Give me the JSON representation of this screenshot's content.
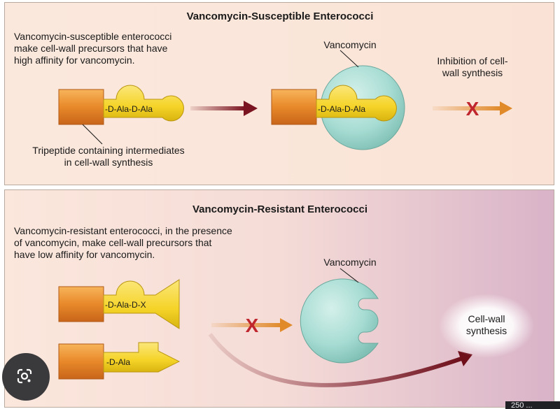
{
  "top_panel": {
    "title": "Vancomycin-Susceptible Enterococci",
    "description_lines": [
      "Vancomycin-susceptible enterococci",
      "make cell-wall precursors that have",
      "high affinity for vancomycin."
    ],
    "precursor_label": "-D-Ala-D-Ala",
    "bound_label": "-D-Ala-D-Ala",
    "vancomycin_label": "Vancomycin",
    "result_lines": [
      "Inhibition of cell-",
      "wall synthesis"
    ],
    "intermediate_lines": [
      "Tripeptide containing intermediates",
      "in cell-wall synthesis"
    ],
    "blocked_mark": "X"
  },
  "bottom_panel": {
    "title": "Vancomycin-Resistant Enterococci",
    "description_lines": [
      "Vancomycin-resistant enterococci, in the presence",
      "of vancomycin, make cell-wall precursors that",
      "have low affinity for vancomycin."
    ],
    "precursor_label_1": "-D-Ala-D-X",
    "precursor_label_2": "-D-Ala",
    "vancomycin_label": "Vancomycin",
    "result_lines": [
      "Cell-wall",
      "synthesis"
    ],
    "blocked_mark": "X"
  },
  "overlay": {
    "lens_icon": "google-lens-icon",
    "corner_text": "250 ..."
  },
  "colors": {
    "orange_block": "#e8892a",
    "yellow_molecule": "#f5d327",
    "vancomycin_teal": "#a8ddd4",
    "arrow_dark_red": "#7a1420",
    "blocked_x_red": "#c0262d"
  }
}
